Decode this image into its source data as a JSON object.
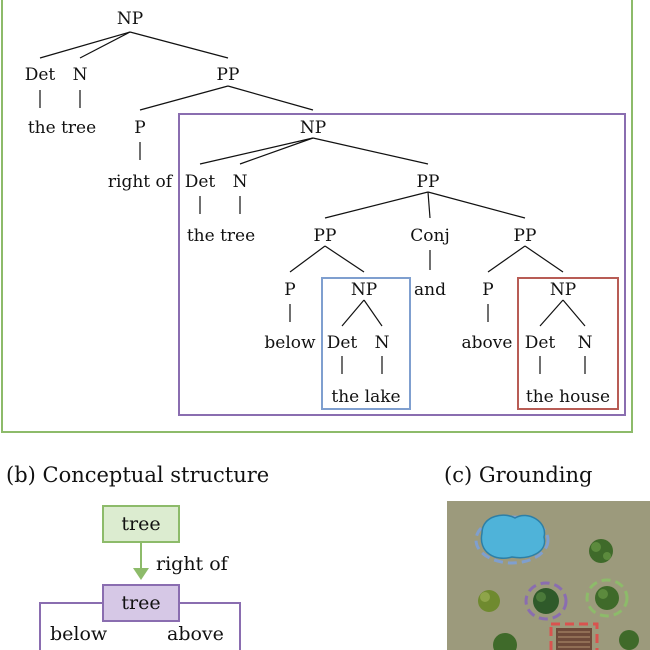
{
  "parse_tree": {
    "nodes": {
      "np_root": "NP",
      "det_1": "Det",
      "n_1": "N",
      "pp_1": "PP",
      "leaf_the_tree_1": "the tree",
      "p_1": "P",
      "np_2": "NP",
      "leaf_right_of": "right of",
      "det_2": "Det",
      "n_2": "N",
      "pp_2": "PP",
      "leaf_the_tree_2": "the tree",
      "pp_3": "PP",
      "conj": "Conj",
      "pp_4": "PP",
      "p_2": "P",
      "np_3": "NP",
      "leaf_and": "and",
      "p_3": "P",
      "np_4": "NP",
      "leaf_below": "below",
      "det_3": "Det",
      "n_3": "N",
      "leaf_above": "above",
      "det_4": "Det",
      "n_4": "N",
      "leaf_the_lake": "the lake",
      "leaf_the_house": "the house"
    }
  },
  "captions": {
    "conceptual": "(b) Conceptual structure",
    "grounding": "(c) Grounding"
  },
  "conceptual": {
    "tree_top": "tree",
    "right_of": "right of",
    "tree_mid": "tree",
    "below": "below",
    "above": "above"
  },
  "colors": {
    "frame_green": "#8dbb6a",
    "np_purple": "#8a6db0",
    "lake_blue": "#7f9fcf",
    "house_red": "#b85c55",
    "concept_green_fill": "#dcecd0",
    "concept_purple_fill": "#d6c8e6",
    "map_bg": "#9c9a7c"
  },
  "icons": [
    "lake-icon",
    "bush-icon",
    "house-icon"
  ]
}
